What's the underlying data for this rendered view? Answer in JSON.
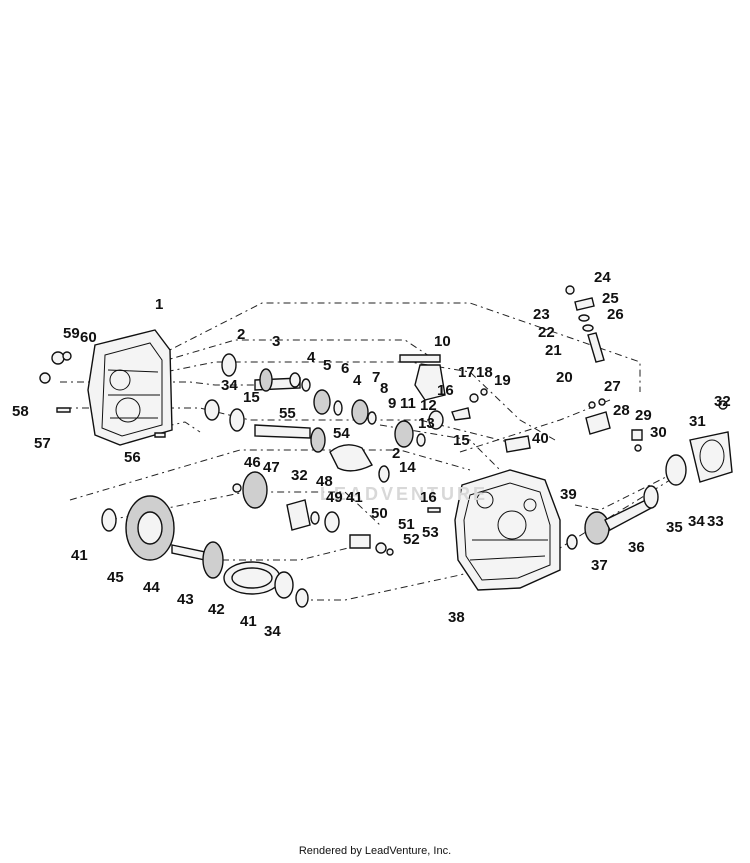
{
  "callouts": [
    {
      "id": "c1",
      "text": "1"
    },
    {
      "id": "c2a",
      "text": "2"
    },
    {
      "id": "c2b",
      "text": "2"
    },
    {
      "id": "c3",
      "text": "3"
    },
    {
      "id": "c4a",
      "text": "4"
    },
    {
      "id": "c4b",
      "text": "4"
    },
    {
      "id": "c5",
      "text": "5"
    },
    {
      "id": "c6",
      "text": "6"
    },
    {
      "id": "c7",
      "text": "7"
    },
    {
      "id": "c8",
      "text": "8"
    },
    {
      "id": "c9",
      "text": "9"
    },
    {
      "id": "c10",
      "text": "10"
    },
    {
      "id": "c11",
      "text": "11"
    },
    {
      "id": "c12",
      "text": "12"
    },
    {
      "id": "c13",
      "text": "13"
    },
    {
      "id": "c14",
      "text": "14"
    },
    {
      "id": "c15a",
      "text": "15"
    },
    {
      "id": "c15b",
      "text": "15"
    },
    {
      "id": "c16a",
      "text": "16"
    },
    {
      "id": "c16b",
      "text": "16"
    },
    {
      "id": "c17",
      "text": "17"
    },
    {
      "id": "c18",
      "text": "18"
    },
    {
      "id": "c19",
      "text": "19"
    },
    {
      "id": "c20",
      "text": "20"
    },
    {
      "id": "c21",
      "text": "21"
    },
    {
      "id": "c22",
      "text": "22"
    },
    {
      "id": "c23",
      "text": "23"
    },
    {
      "id": "c24",
      "text": "24"
    },
    {
      "id": "c25",
      "text": "25"
    },
    {
      "id": "c26",
      "text": "26"
    },
    {
      "id": "c27",
      "text": "27"
    },
    {
      "id": "c28",
      "text": "28"
    },
    {
      "id": "c29",
      "text": "29"
    },
    {
      "id": "c30",
      "text": "30"
    },
    {
      "id": "c31",
      "text": "31"
    },
    {
      "id": "c32a",
      "text": "32"
    },
    {
      "id": "c32b",
      "text": "32"
    },
    {
      "id": "c33",
      "text": "33"
    },
    {
      "id": "c34a",
      "text": "34"
    },
    {
      "id": "c34b",
      "text": "34"
    },
    {
      "id": "c34c",
      "text": "34"
    },
    {
      "id": "c35",
      "text": "35"
    },
    {
      "id": "c36",
      "text": "36"
    },
    {
      "id": "c37",
      "text": "37"
    },
    {
      "id": "c38",
      "text": "38"
    },
    {
      "id": "c39",
      "text": "39"
    },
    {
      "id": "c40",
      "text": "40"
    },
    {
      "id": "c41a",
      "text": "41"
    },
    {
      "id": "c41b",
      "text": "41"
    },
    {
      "id": "c41c",
      "text": "41"
    },
    {
      "id": "c42",
      "text": "42"
    },
    {
      "id": "c43",
      "text": "43"
    },
    {
      "id": "c44",
      "text": "44"
    },
    {
      "id": "c45",
      "text": "45"
    },
    {
      "id": "c46",
      "text": "46"
    },
    {
      "id": "c47",
      "text": "47"
    },
    {
      "id": "c48",
      "text": "48"
    },
    {
      "id": "c49",
      "text": "49"
    },
    {
      "id": "c50",
      "text": "50"
    },
    {
      "id": "c51",
      "text": "51"
    },
    {
      "id": "c52",
      "text": "52"
    },
    {
      "id": "c53",
      "text": "53"
    },
    {
      "id": "c54",
      "text": "54"
    },
    {
      "id": "c55",
      "text": "55"
    },
    {
      "id": "c56",
      "text": "56"
    },
    {
      "id": "c57",
      "text": "57"
    },
    {
      "id": "c58",
      "text": "58"
    },
    {
      "id": "c59",
      "text": "59"
    },
    {
      "id": "c60",
      "text": "60"
    }
  ],
  "watermark": "LEADVENTURE",
  "footer": "Rendered by LeadVenture, Inc."
}
